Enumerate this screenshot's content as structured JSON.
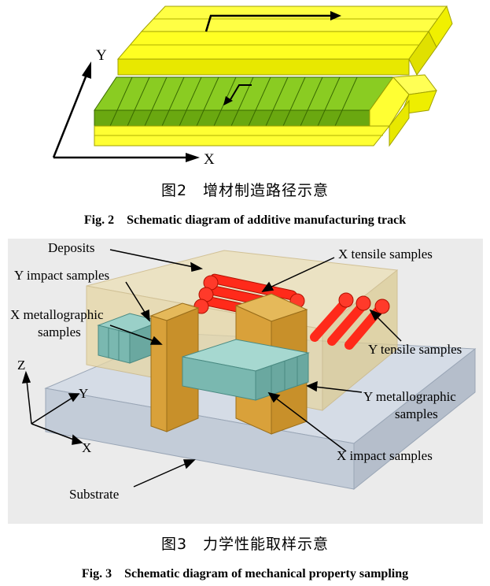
{
  "figure2": {
    "axis_y": "Y",
    "axis_x": "X",
    "caption_cn": "图2　增材制造路径示意",
    "caption_en": "Fig. 2　Schematic diagram of additive manufacturing track",
    "colors": {
      "top_layer": "#ffff1a",
      "bottom_layer": "#7ac21a",
      "base": "#ffff33"
    }
  },
  "figure3": {
    "labels": {
      "deposits": "Deposits",
      "x_tensile": "X tensile samples",
      "y_impact": "Y impact samples",
      "x_metallographic_1": "X metallographic",
      "x_metallographic_2": "samples",
      "y_tensile": "Y tensile samples",
      "y_metallographic_1": "Y metallographic",
      "y_metallographic_2": "samples",
      "x_impact": "X impact samples",
      "substrate": "Substrate",
      "axis_z": "Z",
      "axis_y": "Y",
      "axis_x": "X"
    },
    "caption_cn": "图3　力学性能取样示意",
    "caption_en": "Fig. 3　Schematic diagram of mechanical property sampling",
    "colors": {
      "deposit": "#e8d8a8",
      "substrate": "#c9d3e0",
      "tensile": "#ff2a1a",
      "metallographic": "#d9a13a",
      "impact": "#7ab8b0"
    }
  }
}
